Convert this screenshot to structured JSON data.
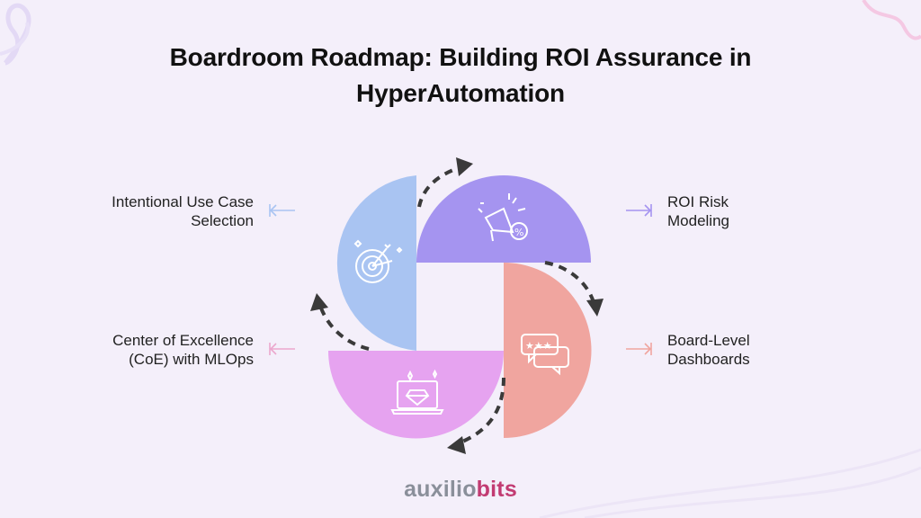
{
  "title": {
    "line1": "Boardroom Roadmap: Building ROI Assurance in",
    "line2": "HyperAutomation"
  },
  "steps": [
    {
      "lines": [
        "Intentional Use Case",
        "Selection"
      ],
      "icon": "target-arrows-icon",
      "color": "#a9c4f2"
    },
    {
      "lines": [
        "ROI Risk",
        "Modeling"
      ],
      "icon": "megaphone-percent-icon",
      "color": "#a594f0"
    },
    {
      "lines": [
        "Board-Level",
        "Dashboards"
      ],
      "icon": "rating-chat-icon",
      "color": "#f0a59f"
    },
    {
      "lines": [
        "Center of Excellence",
        "(CoE) with MLOps"
      ],
      "icon": "laptop-diamond-icon",
      "color": "#e6a3f0"
    }
  ],
  "logo": {
    "part1": "auxilio",
    "part2": "bits"
  }
}
